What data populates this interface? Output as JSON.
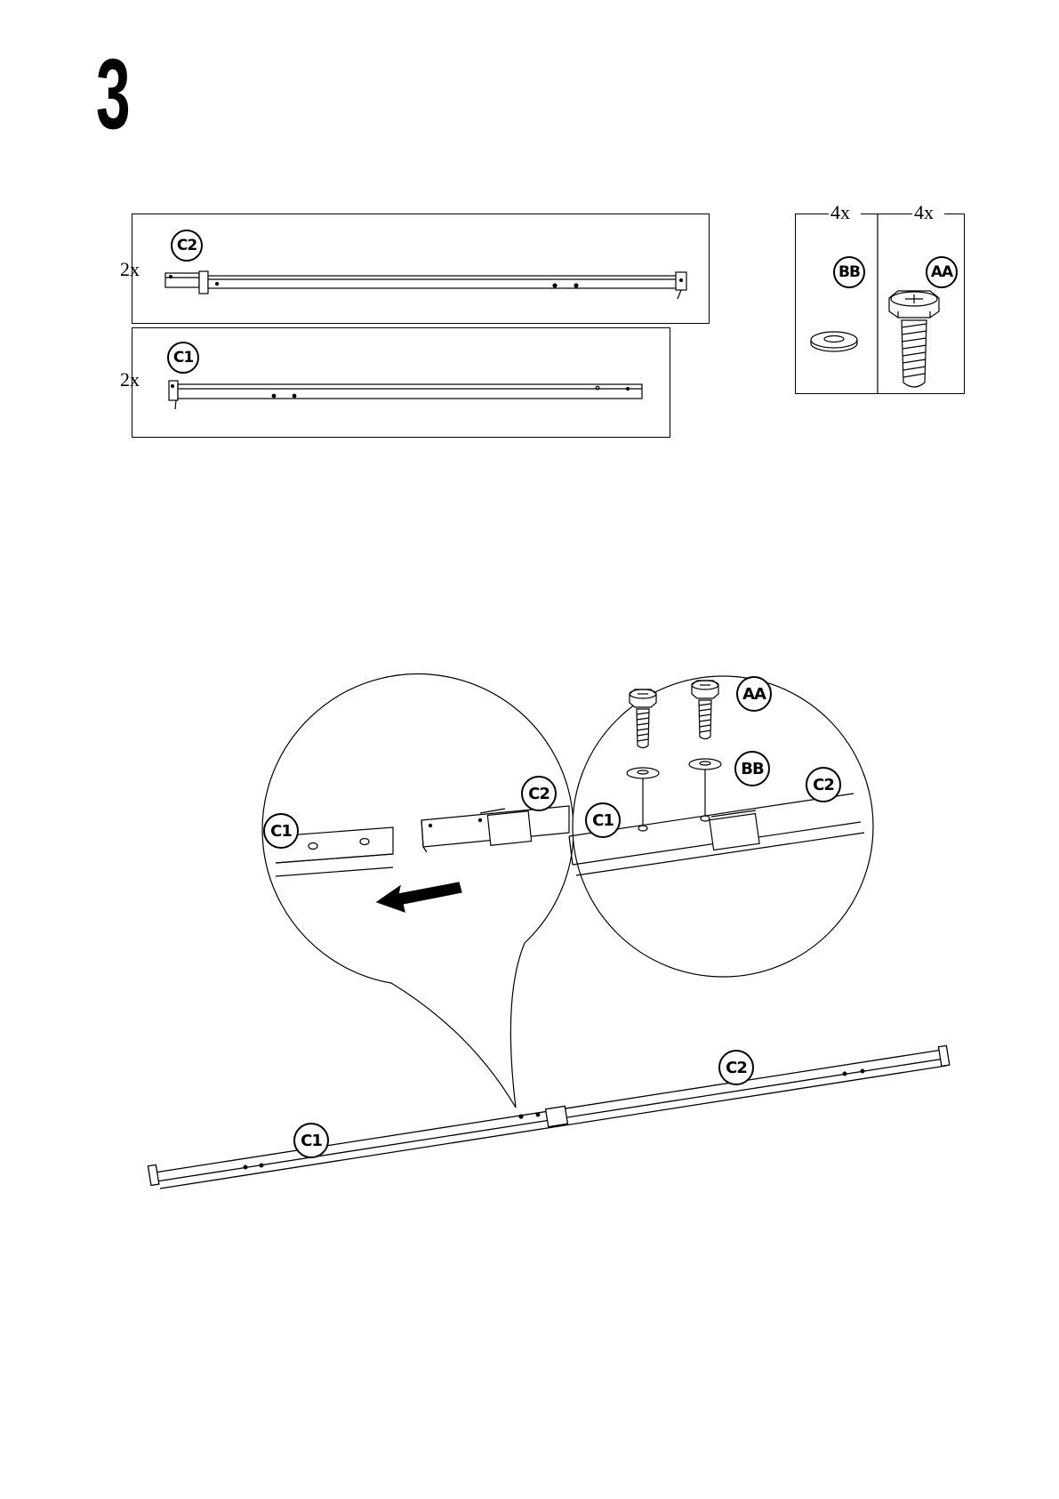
{
  "step": {
    "number": "3"
  },
  "parts": {
    "c2": {
      "label": "C2",
      "quantity": "2x"
    },
    "c1": {
      "label": "C1",
      "quantity": "2x"
    }
  },
  "hardware": {
    "bb": {
      "label": "BB",
      "quantity": "4x",
      "icon": "washer-icon"
    },
    "aa": {
      "label": "AA",
      "quantity": "4x",
      "icon": "hex-bolt-icon"
    }
  },
  "assembly": {
    "labels": {
      "c1_detail_left": "C1",
      "c2_detail_left": "C2",
      "c1_detail_right": "C1",
      "c2_detail_right": "C2",
      "aa_detail": "AA",
      "bb_detail": "BB",
      "c1_main": "C1",
      "c2_main": "C2"
    },
    "arrow_icon": "insert-direction-arrow-icon"
  }
}
